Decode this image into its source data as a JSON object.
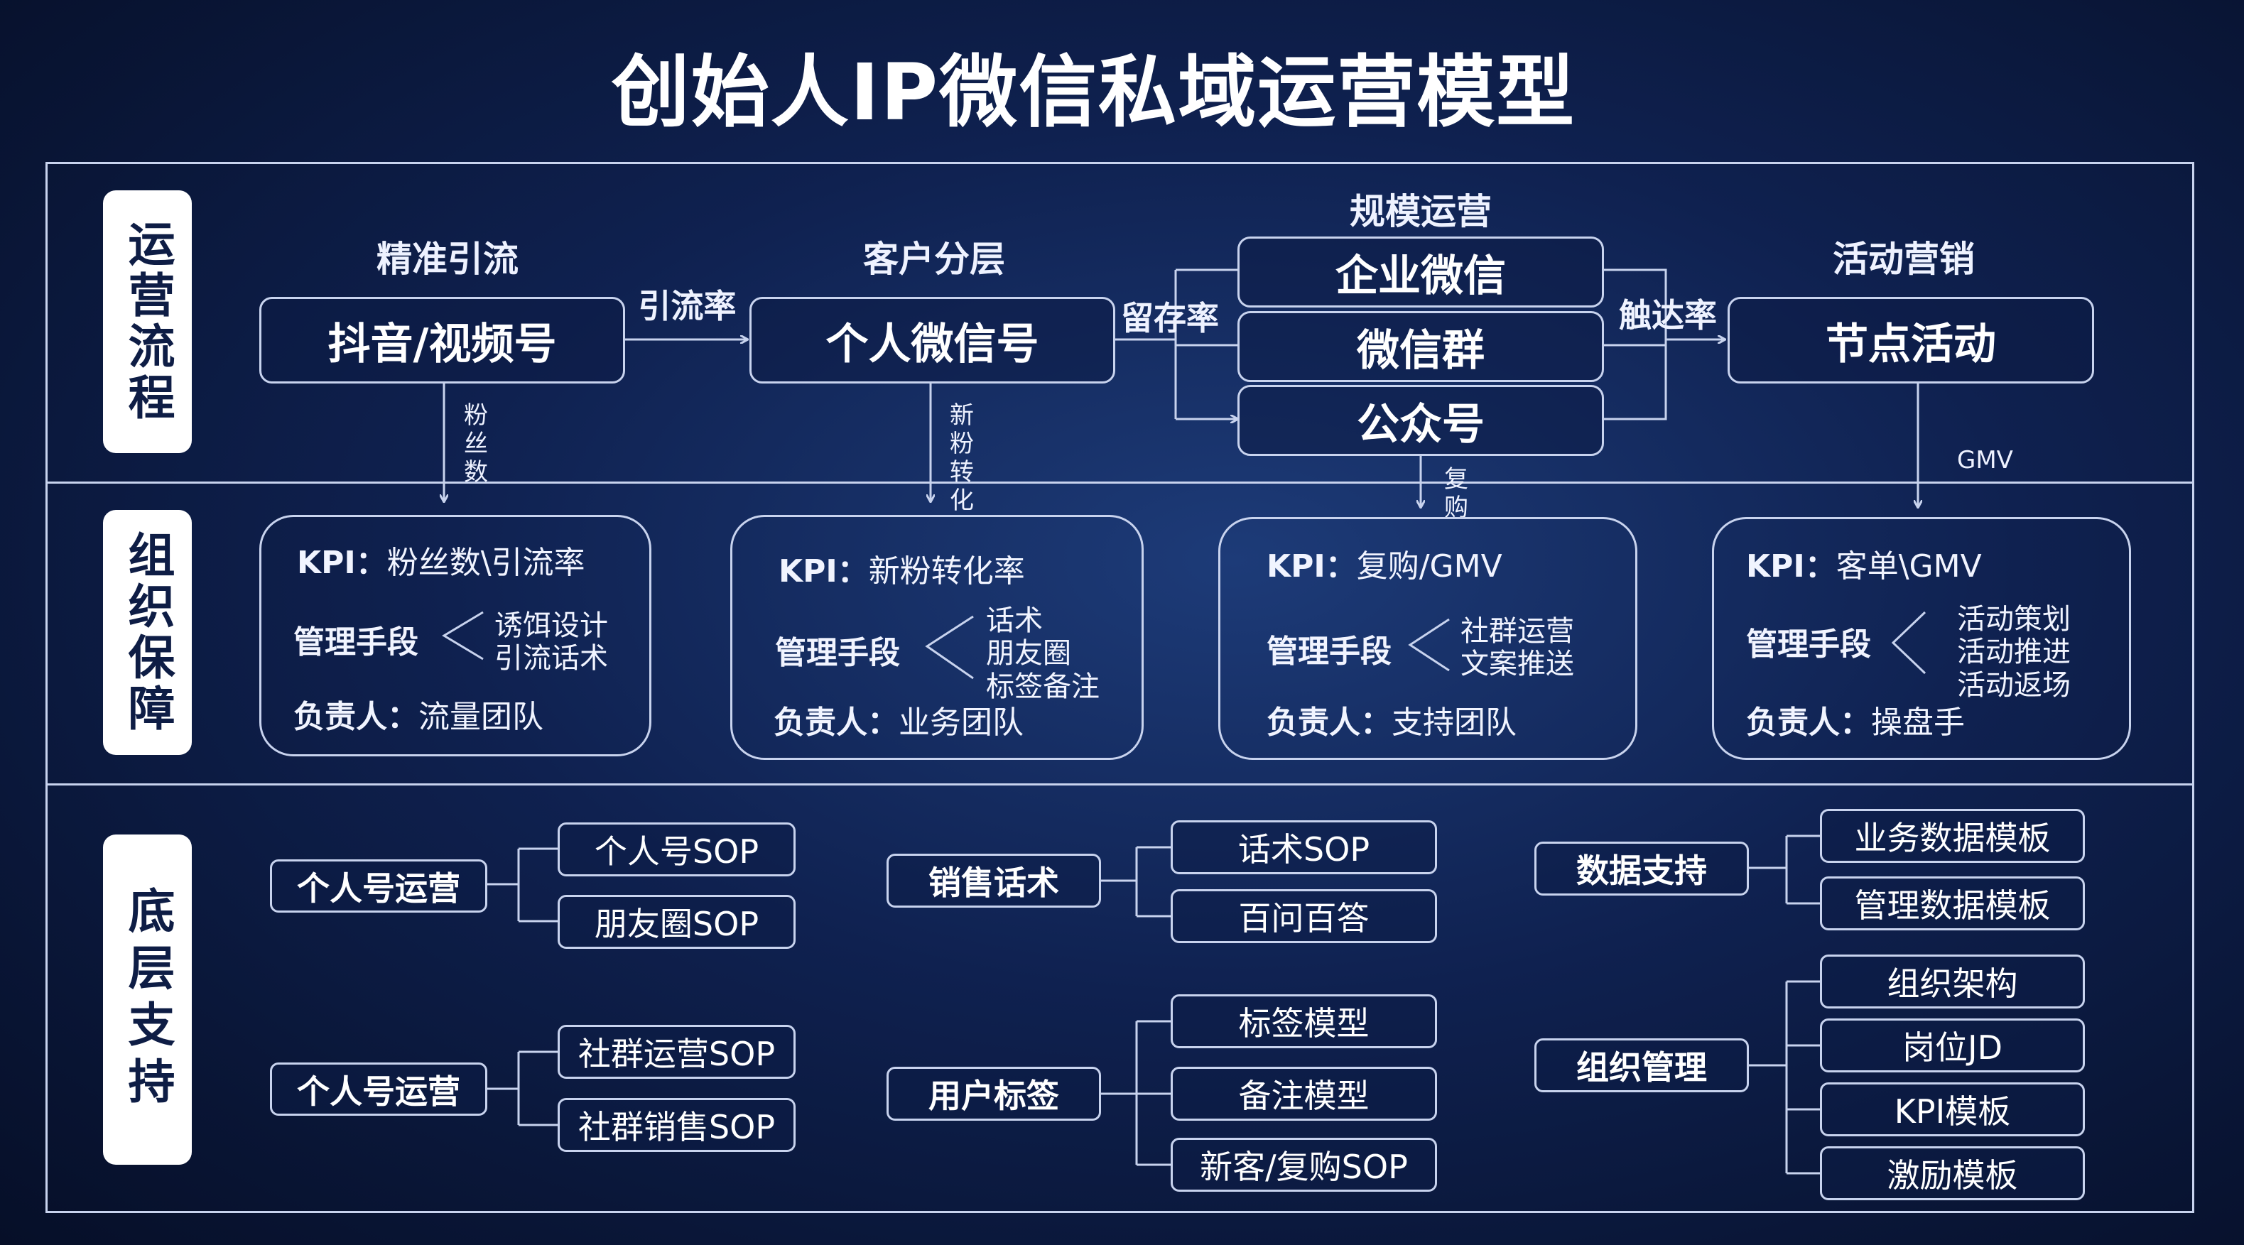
{
  "title": "创始人IP微信私域运营模型",
  "sections": {
    "operations": "运营流程",
    "organization": "组织保障",
    "support": "底层支持"
  },
  "flow": {
    "stage1": {
      "heading": "精准引流",
      "box": "抖音/视频号",
      "down_label": "粉丝数"
    },
    "arrow1_label": "引流率",
    "stage2": {
      "heading": "客户分层",
      "box": "个人微信号",
      "down_label": "新粉转化"
    },
    "arrow2_label": "留存率",
    "stage3": {
      "heading": "规模运营",
      "boxes": [
        "企业微信",
        "微信群",
        "公众号"
      ],
      "down_label": "复购"
    },
    "arrow3_label": "触达率",
    "stage4": {
      "heading": "活动营销",
      "box": "节点活动",
      "down_label": "GMV"
    }
  },
  "kpi_cards": [
    {
      "kpi_label": "KPI：",
      "kpi": "粉丝数\\引流率",
      "means_label": "管理手段",
      "means": [
        "诱饵设计",
        "引流话术"
      ],
      "owner_label": "负责人：",
      "owner": "流量团队"
    },
    {
      "kpi_label": "KPI：",
      "kpi": "新粉转化率",
      "means_label": "管理手段",
      "means": [
        "话术",
        "朋友圈",
        "标签备注"
      ],
      "owner_label": "负责人：",
      "owner": "业务团队"
    },
    {
      "kpi_label": "KPI：",
      "kpi": "复购/GMV",
      "means_label": "管理手段",
      "means": [
        "社群运营",
        "文案推送"
      ],
      "owner_label": "负责人：",
      "owner": "支持团队"
    },
    {
      "kpi_label": "KPI：",
      "kpi": "客单\\GMV",
      "means_label": "管理手段",
      "means": [
        "活动策划",
        "活动推进",
        "活动返场"
      ],
      "owner_label": "负责人：",
      "owner": "操盘手"
    }
  ],
  "support": {
    "groups": [
      {
        "category": "个人号运营",
        "items": [
          "个人号SOP",
          "朋友圈SOP"
        ]
      },
      {
        "category": "个人号运营",
        "items": [
          "社群运营SOP",
          "社群销售SOP"
        ]
      },
      {
        "category": "销售话术",
        "items": [
          "话术SOP",
          "百问百答"
        ]
      },
      {
        "category": "用户标签",
        "items": [
          "标签模型",
          "备注模型",
          "新客/复购SOP"
        ]
      },
      {
        "category": "数据支持",
        "items": [
          "业务数据模板",
          "管理数据模板"
        ]
      },
      {
        "category": "组织管理",
        "items": [
          "组织架构",
          "岗位JD",
          "KPI模板",
          "激励模板"
        ]
      }
    ]
  },
  "colors": {
    "background": "#0f2150",
    "line": "#c8d3ee",
    "text": "#ffffff",
    "label_bg": "#ffffff",
    "label_text": "#0e1d45"
  }
}
